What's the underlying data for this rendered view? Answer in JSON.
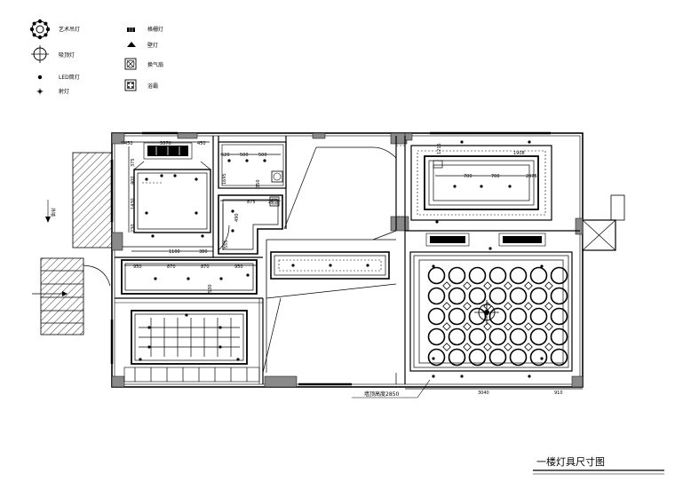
{
  "legend": {
    "items": [
      {
        "icon": "decorative-chandelier-icon",
        "label": "艺术吊灯"
      },
      {
        "icon": "ceiling-lamp-icon",
        "label": "吸顶灯"
      },
      {
        "icon": "led-downlight-icon",
        "label": "LED筒灯"
      },
      {
        "icon": "spot-lamp-icon",
        "label": "射灯"
      },
      {
        "icon": "grille-lamp-icon",
        "label": "格栅灯"
      },
      {
        "icon": "wall-lamp-icon",
        "label": "壁灯"
      },
      {
        "icon": "exhaust-fan-icon",
        "label": "换气扇"
      },
      {
        "icon": "bath-heater-icon",
        "label": "浴霸"
      }
    ]
  },
  "dimensions": {
    "d_450a": "450",
    "d_3370": "3370",
    "d_450b": "450",
    "d_375": "375",
    "d_400": "400",
    "d_1430": "1430",
    "d_230": "230",
    "d_520": "520",
    "d_500a": "500",
    "d_500b": "500",
    "d_350": "350",
    "d_1695": "1695",
    "d_875": "875",
    "d_260": "260",
    "d_490": "490",
    "d_555": "555",
    "d_1100": "1100",
    "d_380": "380",
    "d_950a": "950",
    "d_870a": "870",
    "d_870b": "870",
    "d_950b": "950",
    "d_530": "530",
    "d_700a": "700",
    "d_700b": "700",
    "d_1908": "1908",
    "d_1215": "1215",
    "d_2075": "2075",
    "d_3040": "3040",
    "d_910": "910"
  },
  "annotations": {
    "ceiling_height": "墙顶高度2850",
    "left_note": "外墙"
  },
  "title": "一楼灯具尺寸图"
}
